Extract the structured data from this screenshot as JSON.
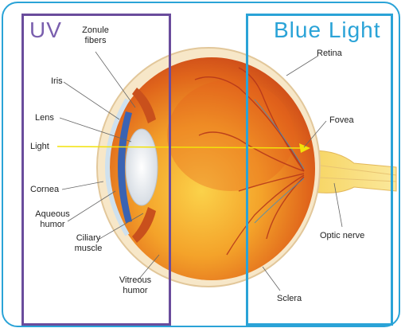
{
  "boxes": {
    "uv_title": "UV",
    "blue_title": "Blue Light"
  },
  "labels": {
    "zonule_fibers": "Zonule fibers",
    "iris": "Iris",
    "lens": "Lens",
    "light": "Light",
    "cornea": "Cornea",
    "aqueous_humor": "Aqueous humor",
    "ciliary_muscle": "Ciliary muscle",
    "vitreous_humor": "Vitreous humor",
    "retina": "Retina",
    "fovea": "Fovea",
    "optic_nerve": "Optic nerve",
    "sclera": "Sclera"
  },
  "colors": {
    "uv_box": "#6a4c9c",
    "blue_box": "#2aa3d7",
    "light_ray": "#f2e20a"
  }
}
